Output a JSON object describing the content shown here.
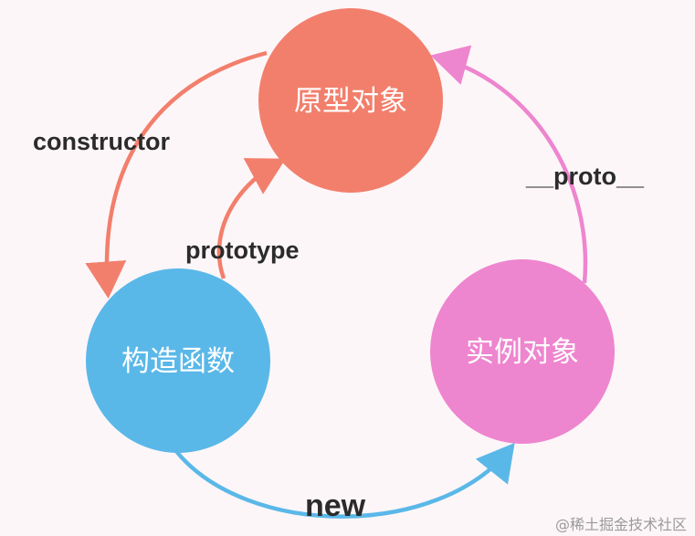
{
  "nodes": {
    "prototype_object": {
      "label": "原型对象",
      "color": "#f27f6c"
    },
    "constructor": {
      "label": "构造函数",
      "color": "#5ab8e8"
    },
    "instance": {
      "label": "实例对象",
      "color": "#ee85cf"
    }
  },
  "edges": {
    "constructor": {
      "label": "constructor",
      "color": "#f27f6c"
    },
    "prototype": {
      "label": "prototype",
      "color": "#f27f6c"
    },
    "proto": {
      "label": "__proto__",
      "color": "#ee85cf"
    },
    "new": {
      "label": "new",
      "color": "#5ab8e8"
    }
  },
  "watermark": {
    "text": "@稀土掘金技术社区"
  }
}
